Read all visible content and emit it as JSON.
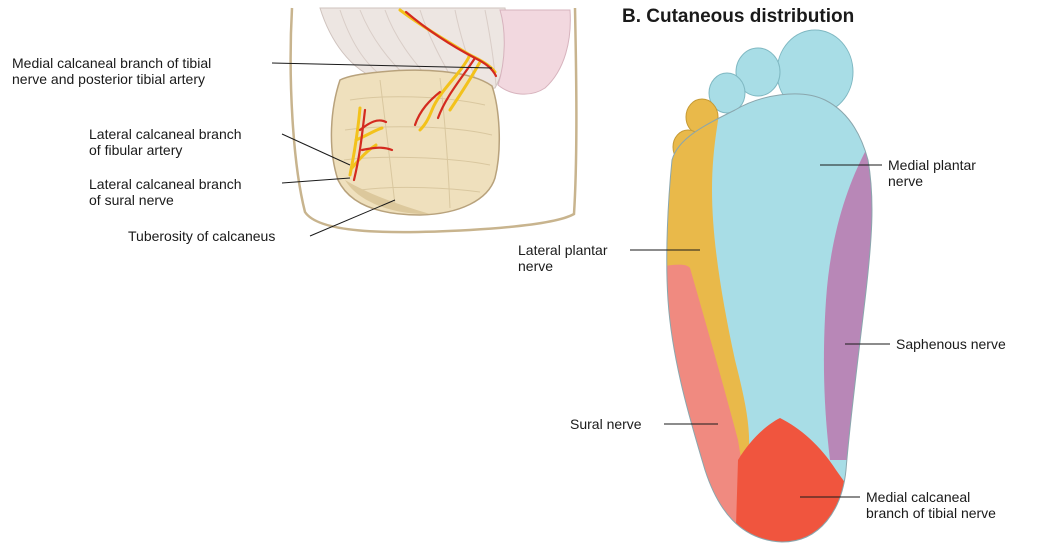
{
  "title": "B. Cutaneous distribution",
  "colors": {
    "sural": "#f08a80",
    "lateral_plantar": "#e9b94a",
    "medial_plantar": "#a8dde6",
    "saphenous": "#b887b7",
    "medial_calcaneal": "#f0553e",
    "bone": "#efe0bd",
    "artery": "#d42a1f",
    "nerve": "#f3c21b"
  },
  "heel_labels": {
    "medial_calcaneal": [
      "Medial calcaneal branch of tibial",
      "nerve and posterior tibial artery"
    ],
    "lateral_calcaneal_fibular": [
      "Lateral calcaneal branch",
      "of fibular artery"
    ],
    "lateral_calcaneal_sural": [
      "Lateral calcaneal branch",
      "of sural nerve"
    ],
    "tuberosity": [
      "Tuberosity of calcaneus"
    ]
  },
  "sole_labels": {
    "medial_plantar": [
      "Medial plantar",
      "nerve"
    ],
    "lateral_plantar": [
      "Lateral plantar",
      "nerve"
    ],
    "saphenous": [
      "Saphenous nerve"
    ],
    "sural": [
      "Sural nerve"
    ],
    "medial_calcaneal": [
      "Medial calcaneal",
      "branch of tibial nerve"
    ]
  }
}
